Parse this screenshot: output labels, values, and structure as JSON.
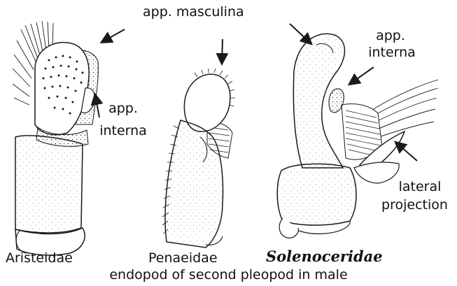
{
  "labels": {
    "app_masculina": "app. masculina",
    "app_interna_left_1": "app.",
    "app_interna_left_2": "interna",
    "app_interna_right_1": "app.",
    "app_interna_right_2": "interna",
    "lateral_1": "lateral",
    "lateral_2": "projection"
  },
  "families": {
    "aristeidae": "Aristeidae",
    "penaeidae": "Penaeidae",
    "solenoceridae": "Solenoceridae"
  },
  "caption": "endopod of second pleopod in male",
  "colors": {
    "ink": "#1a1a1a",
    "paper": "#ffffff"
  }
}
